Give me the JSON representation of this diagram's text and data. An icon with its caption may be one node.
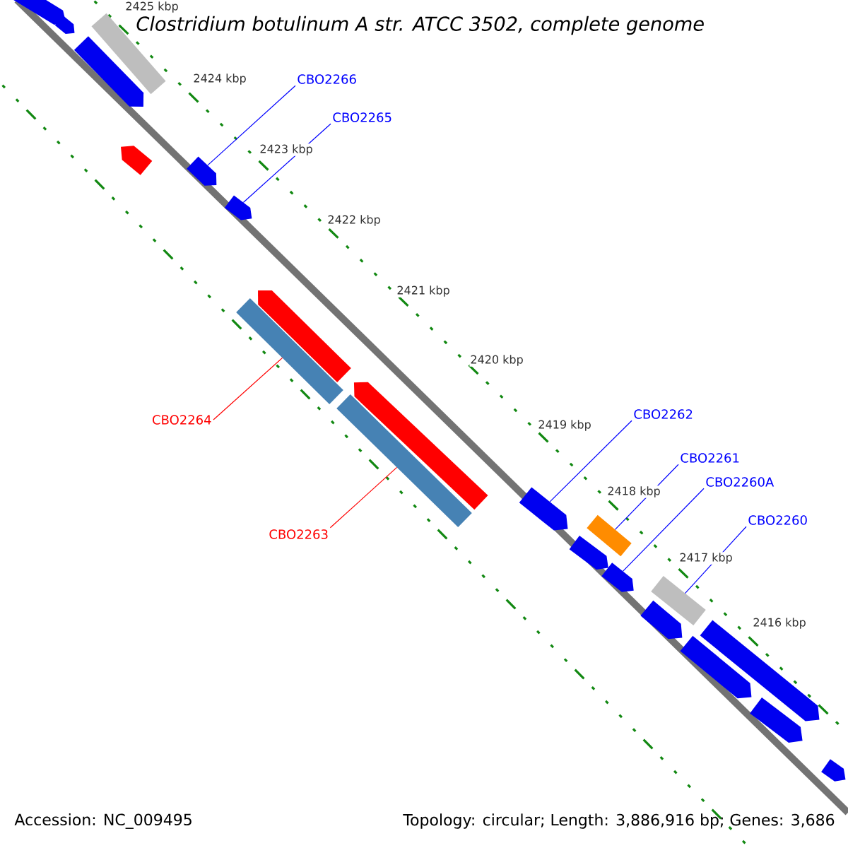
{
  "diagram": {
    "title": "Clostridium botulinum A str. ATCC 3502, complete genome",
    "nodes": [
      {
        "text": [
          "CBO2266"
        ]
      },
      {
        "text": [
          "CBO2265"
        ]
      },
      {
        "text": [
          "CBO2264"
        ]
      },
      {
        "text": [
          "CBO2263"
        ]
      },
      {
        "text": [
          "CBO2262"
        ]
      },
      {
        "text": [
          "CBO2261"
        ]
      },
      {
        "text": [
          "CBO2260A"
        ]
      },
      {
        "text": [
          "CBO2260"
        ]
      },
      {
        "text": [],
        "shape": "pentagon"
      },
      {
        "text": [],
        "shape": "pentagon"
      },
      {
        "text": [],
        "shape": "pentagon"
      },
      {
        "text": [],
        "shape": "bar"
      },
      {
        "text": [],
        "shape": "pentagon"
      },
      {
        "text": [],
        "shape": "pentagon"
      },
      {
        "text": [],
        "shape": "pentagon"
      },
      {
        "text": [],
        "shape": "bar"
      },
      {
        "text": [],
        "shape": "pentagon"
      },
      {
        "text": [],
        "shape": "bar"
      },
      {
        "text": [],
        "shape": "pentagon"
      },
      {
        "text": [],
        "shape": "pentagon"
      },
      {
        "text": [],
        "shape": "pentagon"
      },
      {
        "text": [],
        "shape": "bar"
      },
      {
        "text": [],
        "shape": "pentagon"
      },
      {
        "text": [],
        "shape": "pentagon"
      },
      {
        "text": [],
        "shape": "bar"
      },
      {
        "text": [],
        "shape": "pentagon"
      },
      {
        "text": [],
        "shape": "pentagon"
      },
      {
        "text": [],
        "shape": "pentagon"
      },
      {
        "text": [],
        "shape": "pentagon"
      }
    ],
    "edges": [
      {
        "from": 0,
        "to": 13,
        "arrow": "none"
      },
      {
        "from": 1,
        "to": 14,
        "arrow": "none"
      },
      {
        "from": 2,
        "to": 15,
        "arrow": "none",
        "color": "#ff0000"
      },
      {
        "from": 3,
        "to": 17,
        "arrow": "none",
        "color": "#ff0000"
      },
      {
        "from": 4,
        "to": 19,
        "arrow": "none"
      },
      {
        "from": 5,
        "to": 21,
        "arrow": "none"
      },
      {
        "from": 6,
        "to": 22,
        "arrow": "none"
      },
      {
        "from": 7,
        "to": 24,
        "arrow": "none"
      }
    ],
    "labels": [
      "2425 kbp",
      "2424 kbp",
      "2423 kbp",
      "2422 kbp",
      "2421 kbp",
      "2420 kbp",
      "2419 kbp",
      "2418 kbp",
      "2417 kbp",
      "2416 kbp",
      "Accession: NC_009495",
      "Topology: circular; Length: 3,886,916 bp; Genes: 3,686"
    ]
  }
}
